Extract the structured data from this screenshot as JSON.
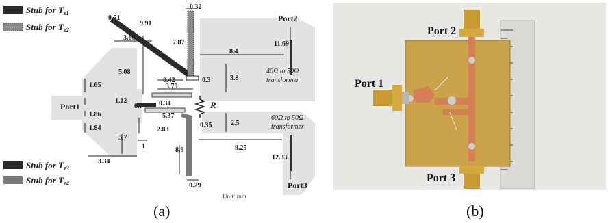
{
  "figure_a": {
    "legend": {
      "t_z1": "Stub for T",
      "t_z1_sub": "z1",
      "t_z2": "Stub for T",
      "t_z2_sub": "z2",
      "t_z3": "Stub for T",
      "t_z3_sub": "z3",
      "t_z4": "Stub for T",
      "t_z4_sub": "z4"
    },
    "ports": {
      "port1": "Port1",
      "port2": "Port2",
      "port3": "Port3"
    },
    "transformers": {
      "upper_line1": "40Ω to 50Ω",
      "upper_line2": "transformer",
      "lower_line1": "60Ω to 50Ω",
      "lower_line2": "transformer"
    },
    "resistor_label": "R",
    "unit": "Unit: mm",
    "dimensions": {
      "d051": "0.51",
      "d991": "9.91",
      "d032": "0.32",
      "d787": "7.87",
      "d366": "3.66",
      "d508": "5.08",
      "d165": "1.65",
      "d042": "0.42",
      "d03": "0.3",
      "d84": "8.4",
      "d1169": "11.69",
      "d38": "3.8",
      "d379": "3.79",
      "d112": "1.12",
      "d07": "0.7",
      "d034": "0.34",
      "d186": "1.86",
      "d537": "5.37",
      "d035": "0.35",
      "d25": "2.5",
      "d184": "1.84",
      "d283": "2.83",
      "d37": "3.7",
      "d1": "1",
      "d334": "3.34",
      "d89": "8.9",
      "d925": "9.25",
      "d1233": "12.33",
      "d029": "0.29"
    },
    "caption": "(a)"
  },
  "figure_b": {
    "port1": "Port 1",
    "port2": "Port 2",
    "port3": "Port 3",
    "caption": "(b)"
  },
  "colors": {
    "pad": "#e2e2e2",
    "stub_dark": "#2a2a2a",
    "stub_gray": "#7a7a7a",
    "board": "#c9a24a",
    "copper": "#d67f56",
    "photo_bg": "#e7e7e4"
  }
}
